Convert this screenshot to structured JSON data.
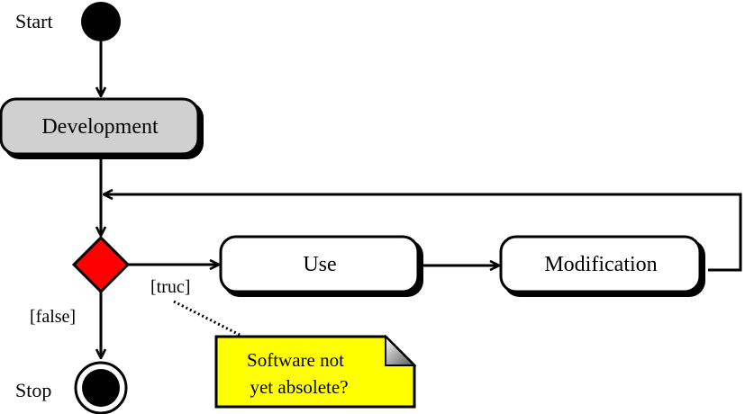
{
  "diagram": {
    "type": "UML activity diagram",
    "nodes": {
      "start": {
        "label": "Start"
      },
      "development": {
        "label": "Development",
        "fill": "#d0d0d0"
      },
      "decision": {
        "fill": "#ff0000"
      },
      "use": {
        "label": "Use"
      },
      "modification": {
        "label": "Modification"
      },
      "stop": {
        "label": "Stop"
      }
    },
    "guards": {
      "true": "[truc]",
      "false": "[false]"
    },
    "note": {
      "line1": "Software not",
      "line2": "yet absolete?",
      "fill": "#ffff00"
    },
    "edges": [
      {
        "from": "start",
        "to": "development"
      },
      {
        "from": "development",
        "to": "decision"
      },
      {
        "from": "decision",
        "to": "use",
        "guard": "[truc]"
      },
      {
        "from": "use",
        "to": "modification"
      },
      {
        "from": "modification",
        "to": "decision",
        "kind": "loop-back"
      },
      {
        "from": "decision",
        "to": "stop",
        "guard": "[false]"
      }
    ]
  }
}
